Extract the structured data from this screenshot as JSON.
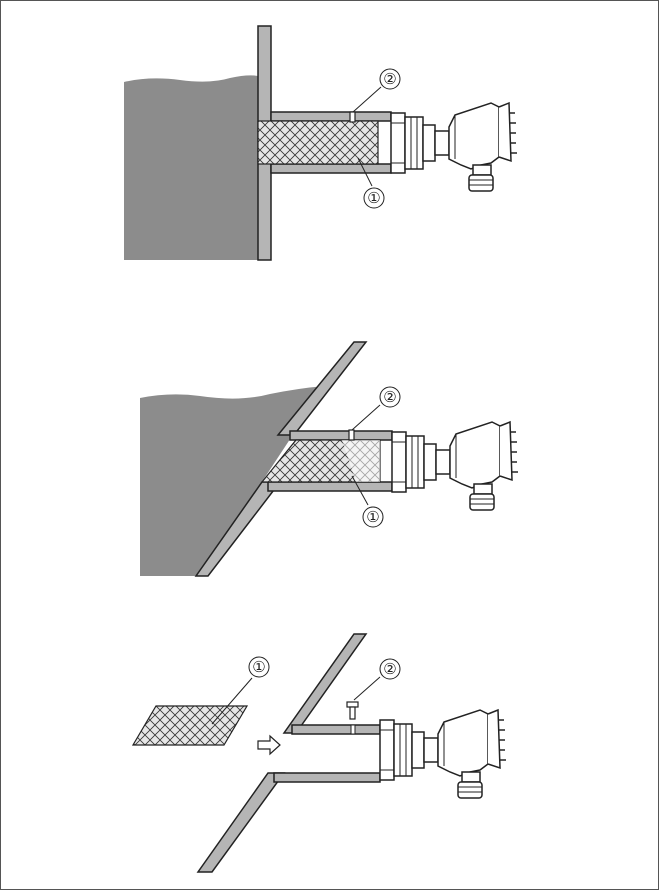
{
  "diagram": {
    "panels": [
      {
        "id": "panel-flush-vertical-wall",
        "callouts": [
          {
            "label": "①"
          },
          {
            "label": "②"
          }
        ]
      },
      {
        "id": "panel-inclined-wall",
        "callouts": [
          {
            "label": "①"
          },
          {
            "label": "②"
          }
        ]
      },
      {
        "id": "panel-assembly-exploded",
        "callouts": [
          {
            "label": "①"
          },
          {
            "label": "②"
          }
        ]
      }
    ],
    "colors": {
      "medium": "#8c8c8c",
      "wall": "#b5b5b5",
      "line": "#222222",
      "housing": "#ffffff"
    }
  }
}
